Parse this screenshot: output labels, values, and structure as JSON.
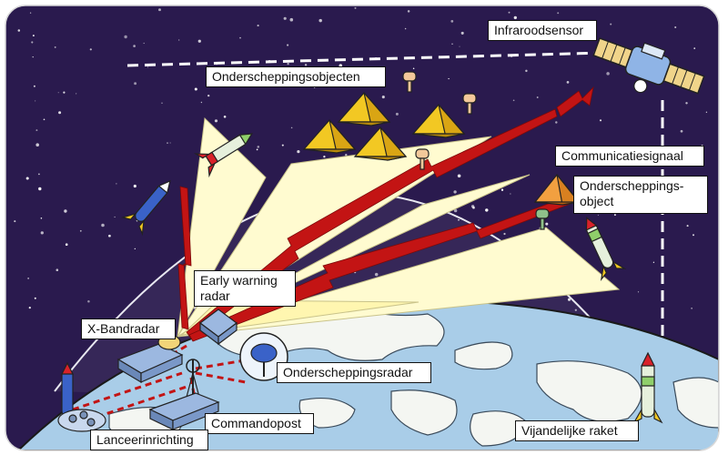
{
  "labels": {
    "infrared_sensor": "Infraroodsensor",
    "interceptors": "Onderscheppingsobjecten",
    "comm_signal": "Communicatiesignaal",
    "interceptor_object_line1": "Onderschepping­s-",
    "interceptor_object_line2": "object",
    "early_warning_line1": "Early warning",
    "early_warning_line2": "radar",
    "x_band_radar": "X-Bandradar",
    "intercept_radar": "Onderscheppingsradar",
    "command_post": "Commandopost",
    "enemy_missile": "Vijandelijke raket",
    "launch_facility": "Lanceerinrichting"
  },
  "colors": {
    "space": "#2a1a4e",
    "earth_ocean": "#a9cde8",
    "land": "#f4f6f2",
    "beam": "#fffbd0",
    "signal": "#c31414",
    "interceptor_gold": "#f2c823",
    "interceptor_orange": "#f2a040"
  }
}
